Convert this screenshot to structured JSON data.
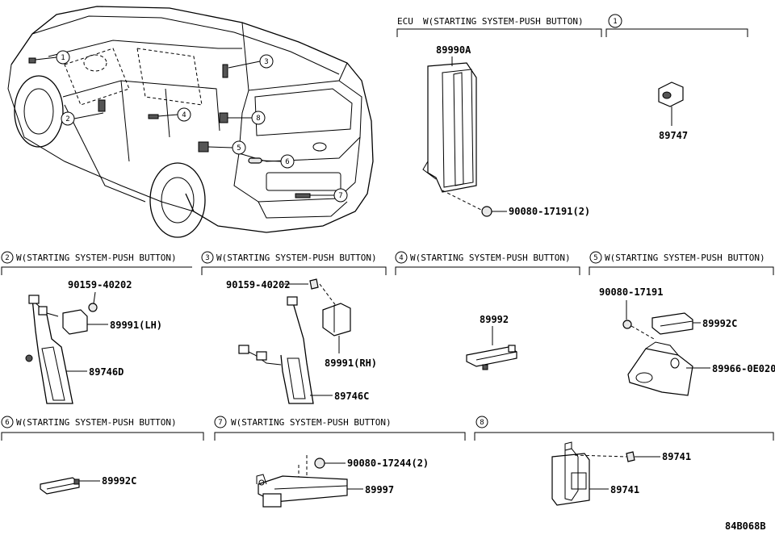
{
  "diagram_code": "84B068B",
  "overview": {
    "callouts": [
      "1",
      "2",
      "3",
      "4",
      "5",
      "6",
      "7",
      "8"
    ]
  },
  "panels": {
    "ecu": {
      "label_a": "ECU",
      "label_b": "W(STARTING SYSTEM-PUSH BUTTON)",
      "parts": [
        "89990A",
        "90080-17191(2)"
      ]
    },
    "p1": {
      "index": "1",
      "label": "",
      "parts": [
        "89747"
      ]
    },
    "p2": {
      "index": "2",
      "label": "W(STARTING SYSTEM-PUSH BUTTON)",
      "parts": [
        "90159-40202",
        "89991(LH)",
        "89746D"
      ]
    },
    "p3": {
      "index": "3",
      "label": "W(STARTING SYSTEM-PUSH BUTTON)",
      "parts": [
        "90159-40202",
        "89991(RH)",
        "89746C"
      ]
    },
    "p4": {
      "index": "4",
      "label": "W(STARTING SYSTEM-PUSH BUTTON)",
      "parts": [
        "89992"
      ]
    },
    "p5": {
      "index": "5",
      "label": "W(STARTING SYSTEM-PUSH BUTTON)",
      "parts": [
        "90080-17191",
        "89992C",
        "89966-0E020"
      ]
    },
    "p6": {
      "index": "6",
      "label": "W(STARTING SYSTEM-PUSH BUTTON)",
      "parts": [
        "89992C"
      ]
    },
    "p7": {
      "index": "7",
      "label": "W(STARTING SYSTEM-PUSH BUTTON)",
      "parts": [
        "90080-17244(2)",
        "89997"
      ]
    },
    "p8": {
      "index": "8",
      "label": "",
      "parts": [
        "89741"
      ]
    }
  }
}
